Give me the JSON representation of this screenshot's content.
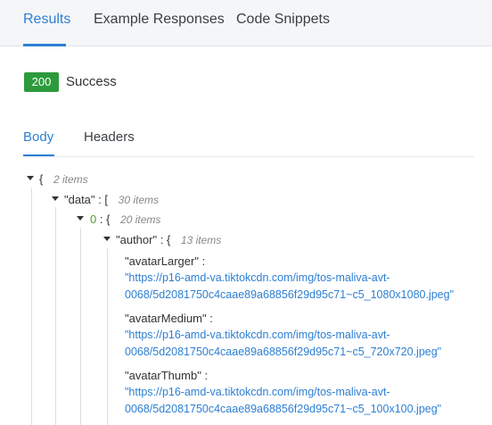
{
  "tabs": {
    "results": "Results",
    "example_responses": "Example Responses",
    "code_snippets": "Code Snippets"
  },
  "status": {
    "code": "200",
    "text": "Success"
  },
  "response_tabs": {
    "body": "Body",
    "headers": "Headers"
  },
  "tree": {
    "root": {
      "brace": "{",
      "count": "2 items"
    },
    "data": {
      "key": "\"data\"",
      "colon": ":",
      "bracket": "[",
      "count": "30 items"
    },
    "item0": {
      "index": "0",
      "colon": ":",
      "brace": "{",
      "count": "20 items"
    },
    "author": {
      "key": "\"author\"",
      "colon": ":",
      "brace": "{",
      "count": "13 items"
    },
    "avatarLarger": {
      "key": "\"avatarLarger\"",
      "colon": ":",
      "line1": "\"https://p16-amd-va.tiktokcdn.com/img/tos-maliva-avt-",
      "line2": "0068/5d2081750c4caae89a68856f29d95c71~c5_1080x1080.jpeg\""
    },
    "avatarMedium": {
      "key": "\"avatarMedium\"",
      "colon": ":",
      "line1": "\"https://p16-amd-va.tiktokcdn.com/img/tos-maliva-avt-",
      "line2": "0068/5d2081750c4caae89a68856f29d95c71~c5_720x720.jpeg\""
    },
    "avatarThumb": {
      "key": "\"avatarThumb\"",
      "colon": ":",
      "line1": "\"https://p16-amd-va.tiktokcdn.com/img/tos-maliva-avt-",
      "line2": "0068/5d2081750c4caae89a68856f29d95c71~c5_100x100.jpeg\""
    }
  },
  "colors": {
    "accent": "#2d7fd3",
    "success": "#2c9a3c",
    "index": "#4e9d2c"
  }
}
